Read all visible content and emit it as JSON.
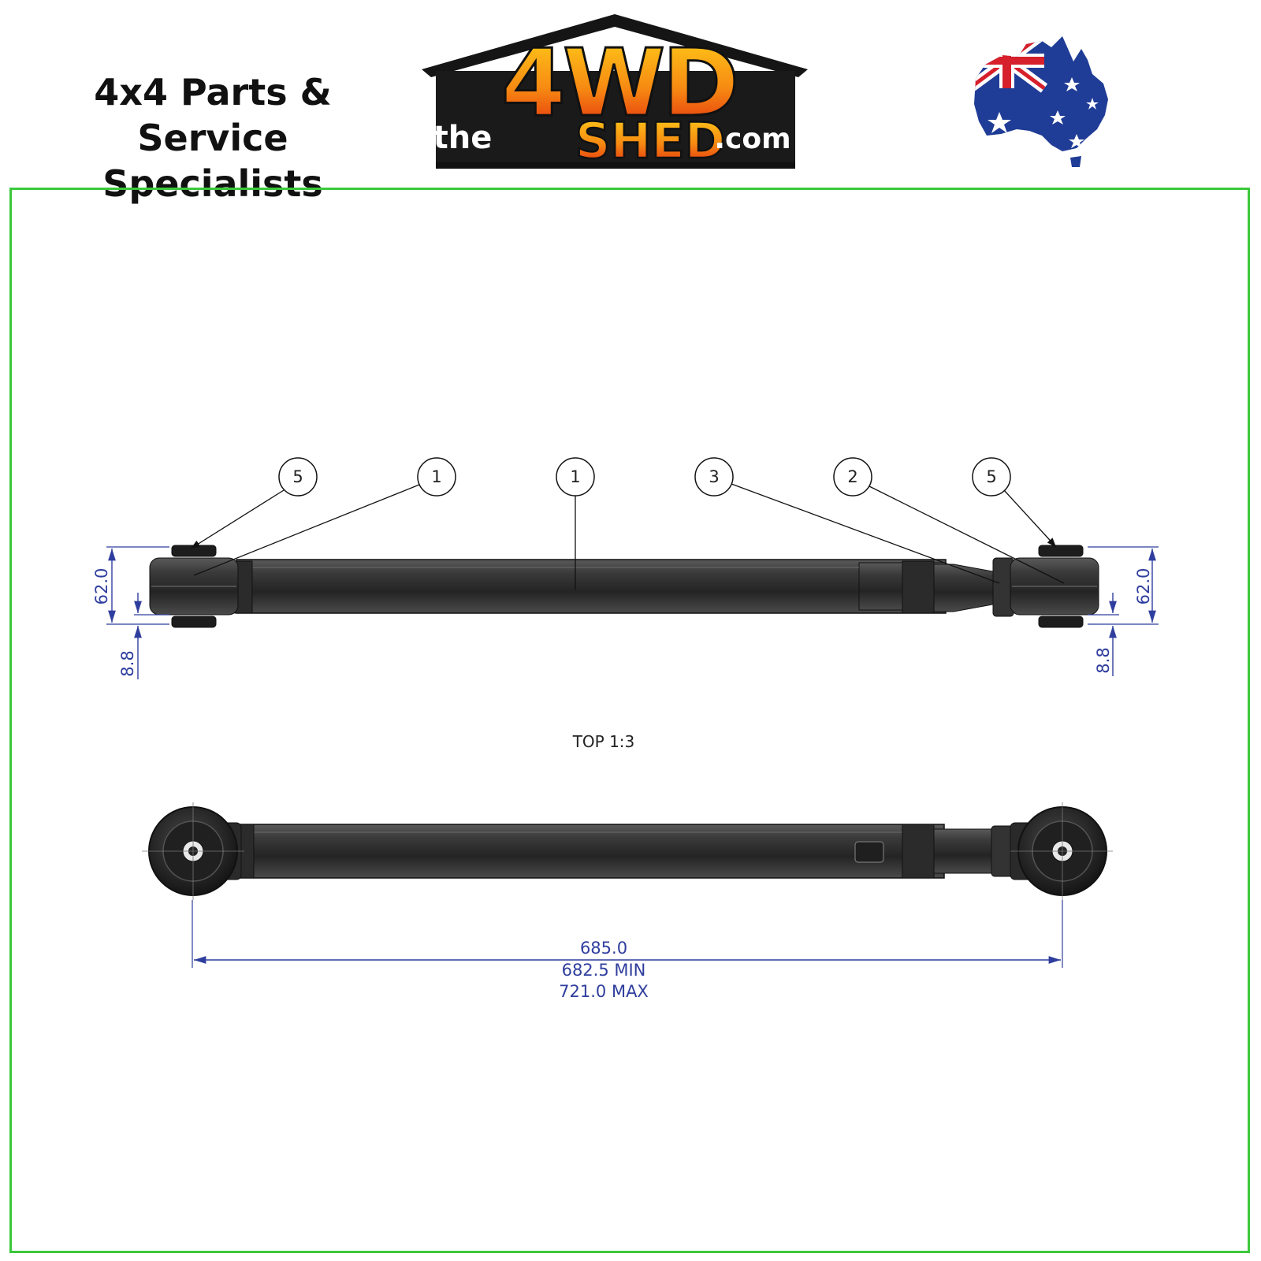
{
  "header": {
    "tagline_line1": "4x4 Parts & Service",
    "tagline_line2": "Specialists",
    "logo_prefix": "the",
    "logo_main": "4WD",
    "logo_sub": "SHED",
    "logo_suffix": ".com",
    "flag_icon": "australia-flag-map-icon"
  },
  "colors": {
    "frame": "#3cc83c",
    "dimension": "#2f3e9e",
    "part": "#2e2e2e",
    "logo_gradient_top": "#ffd21a",
    "logo_gradient_bottom": "#e0220e",
    "flag_blue": "#1f3c96",
    "flag_red": "#d6202b"
  },
  "drawing": {
    "balloons": [
      "5",
      "1",
      "1",
      "3",
      "2",
      "5"
    ],
    "dim_height_left": "62.0",
    "dim_height_right": "62.0",
    "dim_offset_left": "8.8",
    "dim_offset_right": "8.8",
    "view_label": "TOP 1:3",
    "length_nominal": "685.0",
    "length_min": "682.5 MIN",
    "length_max": "721.0 MAX"
  }
}
